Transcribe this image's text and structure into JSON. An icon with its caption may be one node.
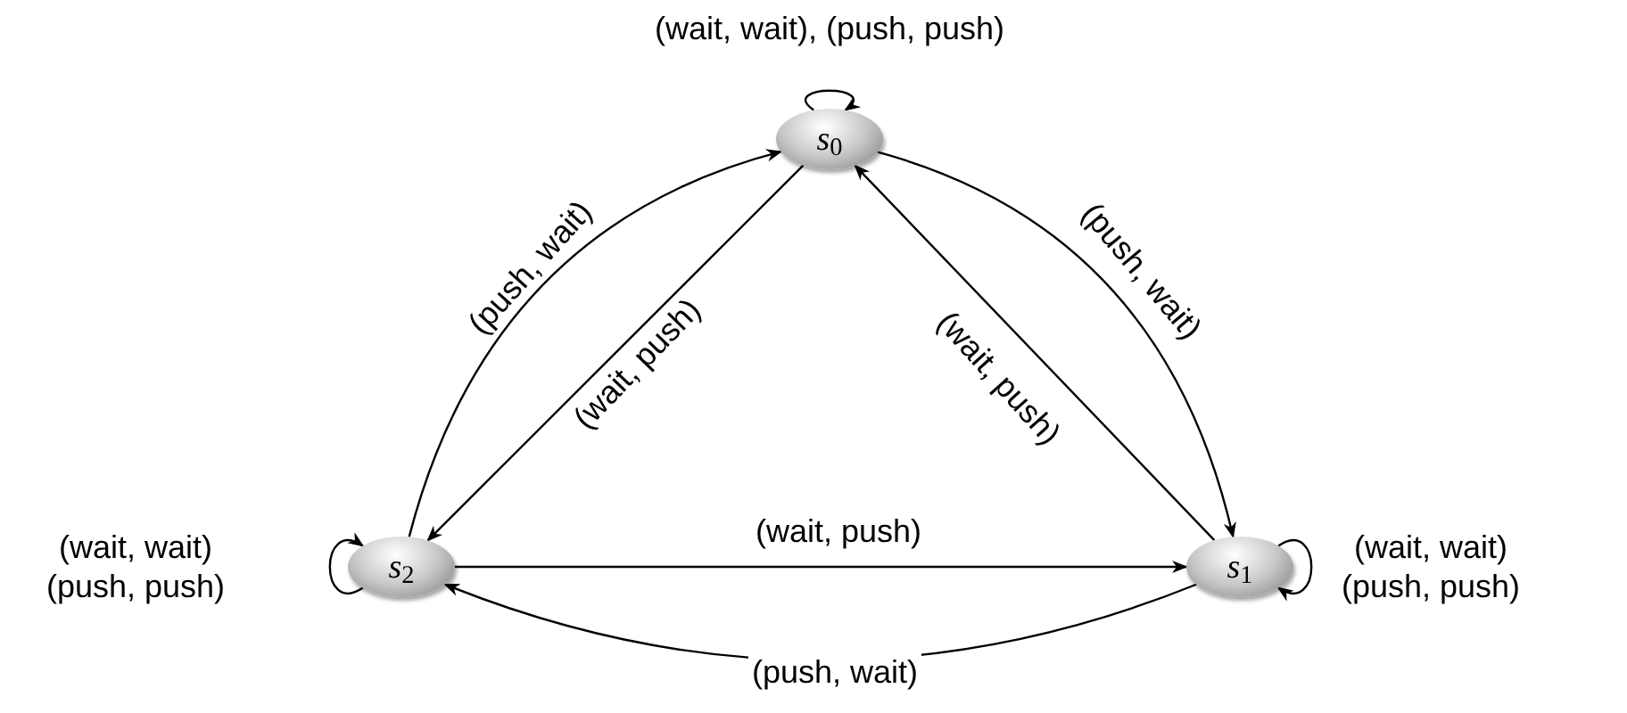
{
  "diagram": {
    "nodes": [
      {
        "text": [
          "*s*$_{0}$"
        ]
      },
      {
        "text": [
          "*s*$_{1}$"
        ]
      },
      {
        "text": [
          "*s*$_{2}$"
        ]
      }
    ],
    "edges": [
      {
        "from": 0,
        "to": 0,
        "arrow": "to",
        "label": "(wait, wait), (push, push)"
      },
      {
        "from": 0,
        "to": 1,
        "arrow": "to",
        "label": "(push, wait)"
      },
      {
        "from": 1,
        "to": 0,
        "arrow": "to",
        "label": "(wait, push)"
      },
      {
        "from": 0,
        "to": 2,
        "arrow": "to",
        "label": "(wait, push)"
      },
      {
        "from": 2,
        "to": 0,
        "arrow": "to",
        "label": "(push, wait)"
      },
      {
        "from": 2,
        "to": 1,
        "arrow": "to",
        "label": "(wait, push)"
      },
      {
        "from": 1,
        "to": 2,
        "arrow": "to",
        "label": "(push, wait)"
      },
      {
        "from": 1,
        "to": 1,
        "arrow": "to",
        "label": "(wait, wait) (push, push)"
      },
      {
        "from": 2,
        "to": 2,
        "arrow": "to",
        "label": "(wait, wait) (push, push)"
      }
    ]
  }
}
